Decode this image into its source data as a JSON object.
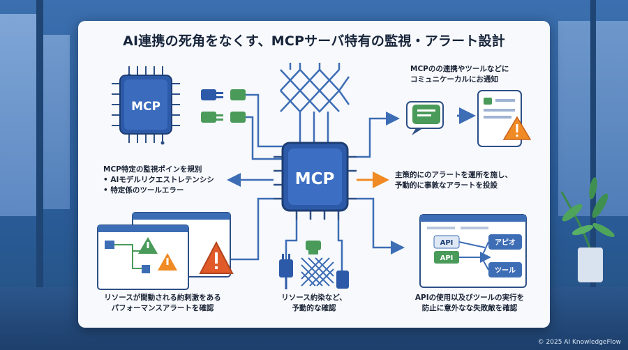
{
  "title": "AI連携の死角をなくす、MCPサーバ特有の監視・アラート設計",
  "chips": {
    "small": "MCP",
    "center": "MCP"
  },
  "notes": {
    "top_right": [
      "MCPのの連携やツールなどに",
      "コミュニケーカルにお通知"
    ],
    "mid_left_heading": "MCP特定の監視ポインを規別",
    "mid_left_bullets": [
      "AIモデルリクエストレテンシシ",
      "特定係のツールエラー"
    ],
    "mid_right": [
      "主策的にのアラートを運所を施し、",
      "予動的に事敦なアラートを投設"
    ],
    "bottom_left": [
      "リソースが間動される約刺激をある",
      "パフォーマンスアラートを確認"
    ],
    "bottom_center": [
      "リソース約染など、",
      "予動的な確認"
    ],
    "bottom_right": [
      "APIの使用以及びツールの実行を",
      "防止に意外なな失敗敵を確認"
    ]
  },
  "api_panel": {
    "labels": [
      "API",
      "API",
      "アピオ",
      "ツール"
    ]
  },
  "colors": {
    "chip_blue": "#2d5aa8",
    "line_blue": "#3d6db5",
    "alert_orange": "#f08a24",
    "alert_red": "#e05a2a",
    "green": "#4a9a5a",
    "panel_bg": "#f7f9fc"
  },
  "icons": [
    "chip-icon",
    "connector-icon",
    "chat-bubble-icon",
    "document-alert-icon",
    "warning-icon",
    "plug-icon",
    "mesh-icon"
  ],
  "footer": "© 2025 AI KnowledgeFlow"
}
